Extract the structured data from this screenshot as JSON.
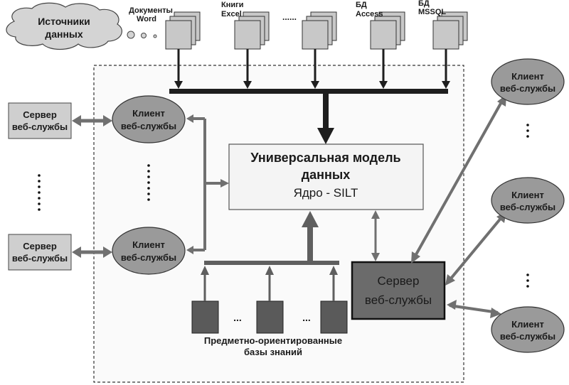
{
  "diagram": {
    "sources_cloud": {
      "line1": "Источники",
      "line2": "данных"
    },
    "sources": [
      {
        "line1": "Документы",
        "line2": "Word"
      },
      {
        "line1": "Книги",
        "line2": "Excel"
      },
      {
        "line1": "......",
        "line2": ""
      },
      {
        "line1": "БД",
        "line2": "Access"
      },
      {
        "line1": "БД",
        "line2": "MSSQL"
      }
    ],
    "core": {
      "title1": "Универсальная модель",
      "title2": "данных",
      "subtitle": "Ядро - SILT"
    },
    "left_servers": [
      {
        "line1": "Сервер",
        "line2": "веб-службы"
      },
      {
        "line1": "Сервер",
        "line2": "веб-службы"
      }
    ],
    "left_clients": [
      {
        "line1": "Клиент",
        "line2": "веб-службы"
      },
      {
        "line1": "Клиент",
        "line2": "веб-службы"
      }
    ],
    "right_clients": [
      {
        "line1": "Клиент",
        "line2": "веб-службы"
      },
      {
        "line1": "Клиент",
        "line2": "веб-службы"
      },
      {
        "line1": "Клиент",
        "line2": "веб-службы"
      }
    ],
    "main_server": {
      "line1": "Сервер",
      "line2": "веб-службы"
    },
    "knowledge_bases": {
      "ellipsis": "...",
      "line1": "Предметно-ориентированные",
      "line2": "базы знаний"
    },
    "colors": {
      "doc_fill": "#c8c8c8",
      "bus_dark": "#1e1e1e",
      "arrow_gray": "#707070",
      "ellipse_fill": "#9a9a9a",
      "server_fill": "#cfcfcf",
      "main_server_fill": "#6b6b6b",
      "kb_fill": "#5a5a5a",
      "core_fill": "#f4f4f4"
    }
  }
}
